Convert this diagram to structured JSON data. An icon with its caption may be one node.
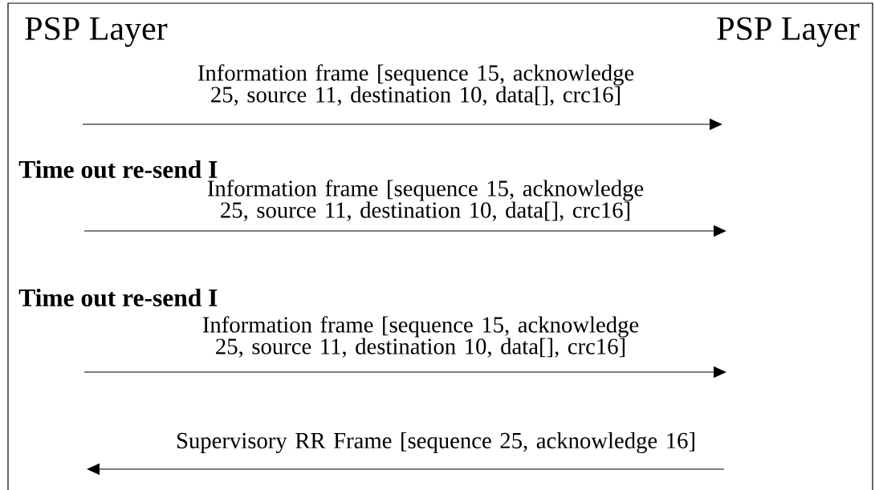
{
  "diagram": {
    "labels": [
      "PSP Layer",
      "PSP Layer",
      "Information frame [sequence 15, acknowledge 25, source 11, destination 10, data[], crc16]",
      "Time out re-send I",
      "Information frame [sequence 15, acknowledge 25, source 11, destination 10, data[], crc16]",
      "Time out re-send I",
      "Information frame [sequence 15, acknowledge 25, source 11, destination 10, data[], crc16]",
      "Supervisory RR Frame [sequence 25, acknowledge 16]"
    ]
  }
}
